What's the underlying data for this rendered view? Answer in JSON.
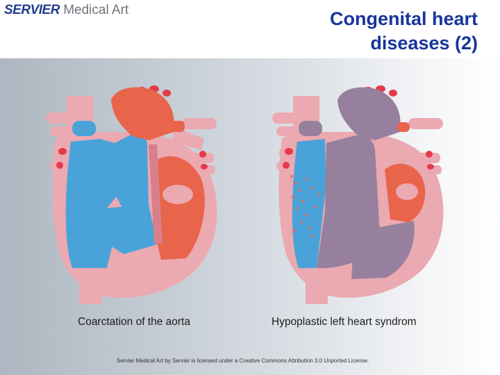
{
  "logo": {
    "brand": "SERVIER",
    "subtitle": "Medical Art"
  },
  "title": "Congenital heart\ndiseases (2)",
  "diagrams": [
    {
      "caption": "Coarctation of the aorta"
    },
    {
      "caption": "Hypoplastic left heart syndrom"
    }
  ],
  "credit": "Servier Medical Art by Servier is licensed under a Creative Commons Attribution 3.0 Unported License.",
  "colors": {
    "title": "#17359a",
    "brand": "#1f3d8c",
    "oxygenated": "#e8644b",
    "deoxygenated": "#4aa3d8",
    "mixed": "#96809e",
    "tissue": "#eba9b1",
    "tissue_dark": "#d97f8c",
    "vessel_mouth": "#e33a4a"
  }
}
